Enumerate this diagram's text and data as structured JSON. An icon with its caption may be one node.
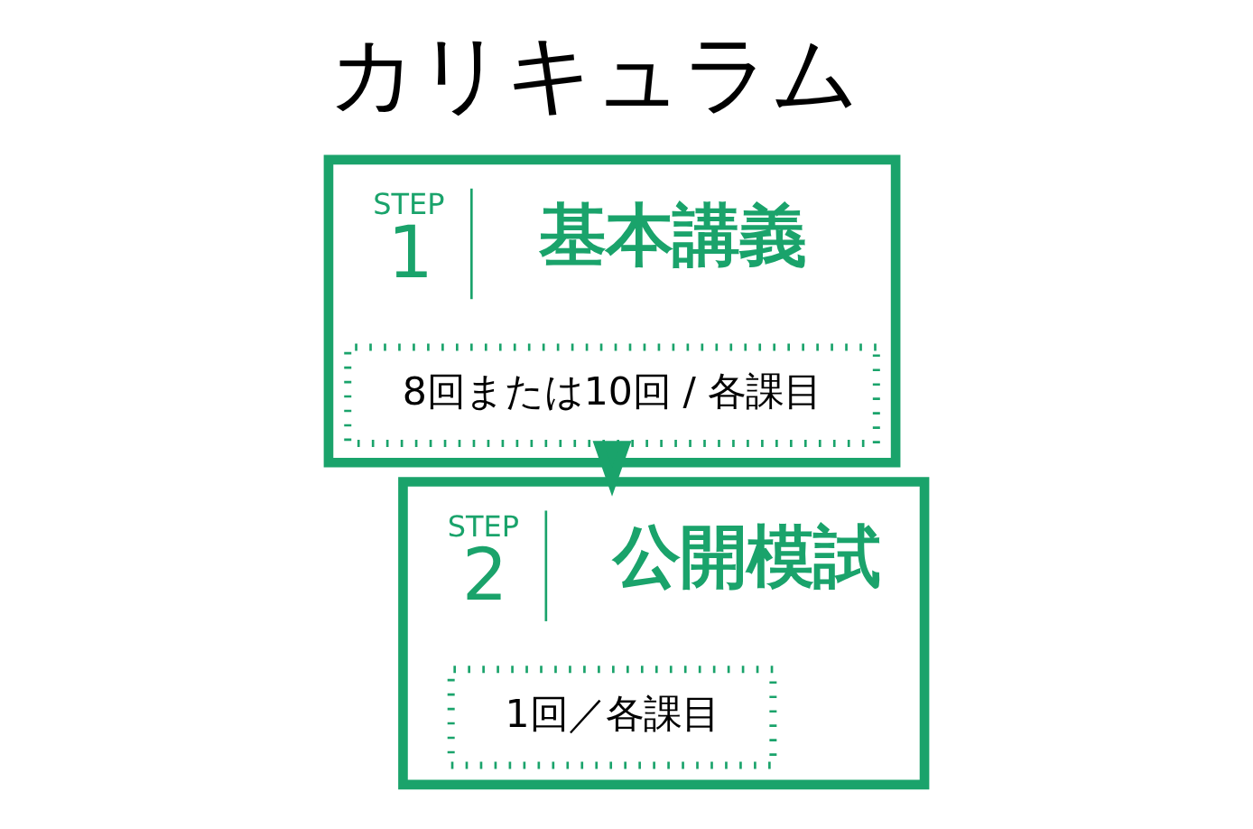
{
  "diagram": {
    "title": "カリキュラム",
    "nodes": [
      {
        "text": [
          "STEP",
          "1",
          "基本講義"
        ]
      },
      {
        "text": [
          "8回または10回 / 各課目"
        ],
        "in": 0
      },
      {
        "text": [
          "STEP",
          "2",
          "公開模試"
        ]
      },
      {
        "text": [
          "1回／各課目"
        ],
        "in": 2
      }
    ],
    "edges": [
      {
        "from": 0,
        "to": 2,
        "arrow": "to",
        "style": "thick"
      }
    ]
  }
}
